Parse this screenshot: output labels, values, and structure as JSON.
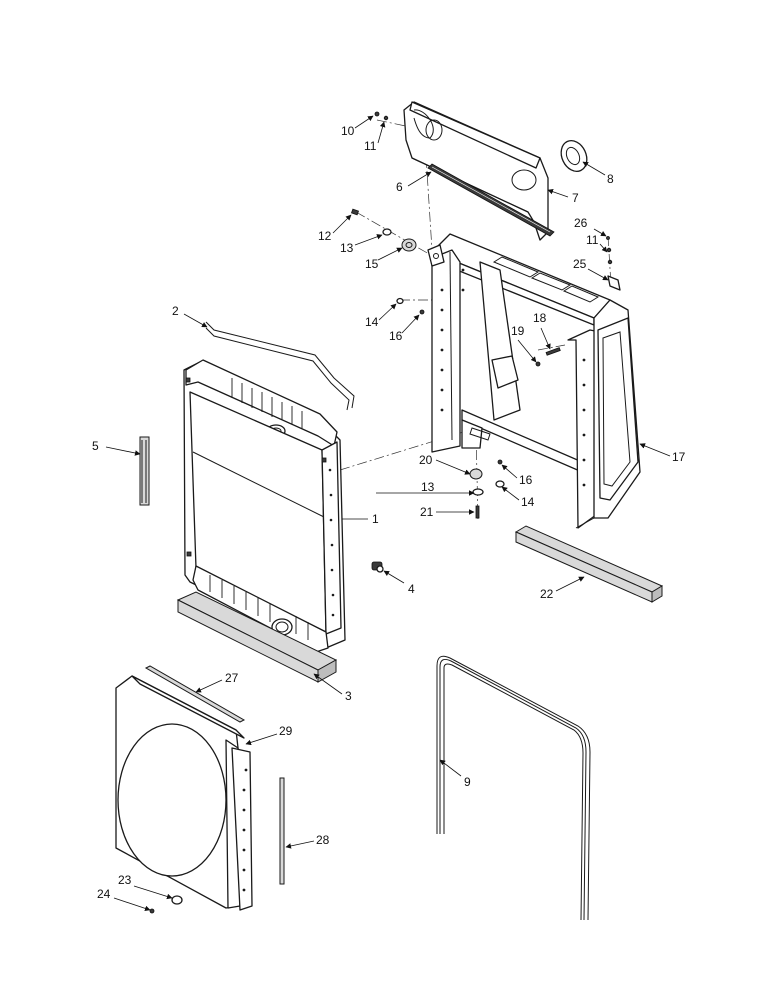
{
  "diagram": {
    "callouts": [
      "1",
      "2",
      "3",
      "4",
      "5",
      "6",
      "7",
      "8",
      "9",
      "10",
      "11",
      "11",
      "12",
      "13",
      "13",
      "14",
      "14",
      "15",
      "16",
      "16",
      "17",
      "18",
      "19",
      "20",
      "21",
      "22",
      "23",
      "24",
      "25",
      "26",
      "27",
      "28",
      "29"
    ]
  }
}
